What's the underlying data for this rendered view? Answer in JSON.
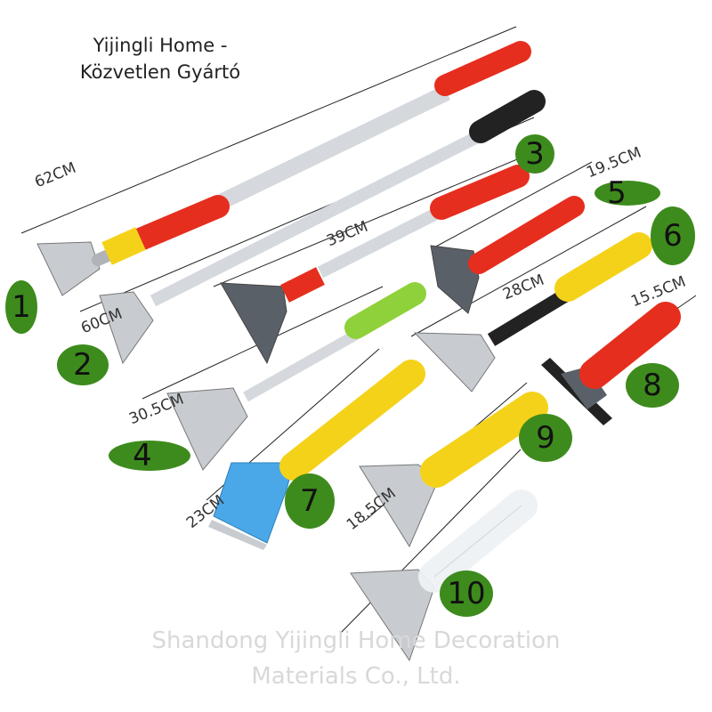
{
  "header": {
    "line1": "Yijingli Home -",
    "line2": "Közvetlen Gyártó"
  },
  "measurements": [
    "62CM",
    "60CM",
    "39CM",
    "19.5CM",
    "28CM",
    "15.5CM",
    "30.5CM",
    "23CM",
    "18.5CM"
  ],
  "numbers": [
    "1",
    "2",
    "3",
    "4",
    "5",
    "6",
    "7",
    "8",
    "9",
    "10"
  ],
  "watermark": {
    "line1": "Shandong Yijingli Home Decoration",
    "line2": "Materials Co., Ltd."
  },
  "colors": {
    "badge": "#3d8b1d",
    "red": "#e62e1e",
    "yellow": "#f5d21a",
    "green": "#8fd13a",
    "blue": "#4aa8e8",
    "metal": "#c8ccd0"
  }
}
